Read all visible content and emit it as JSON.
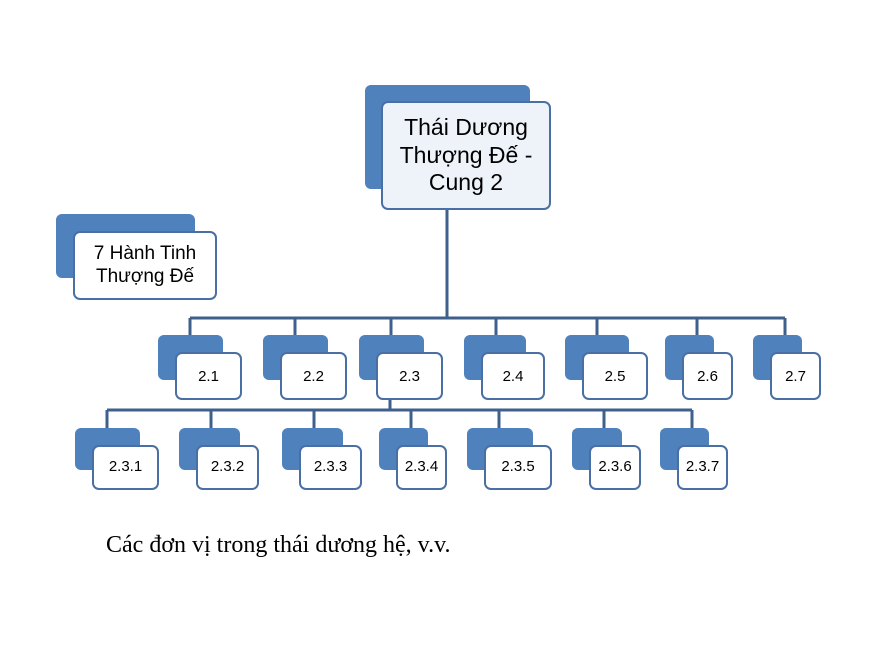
{
  "colors": {
    "shadow": "#4f81bd",
    "border": "#4a6fa5",
    "connector": "#3f5f8c"
  },
  "root": {
    "label": "Thái Dương Thượng Đế - Cung 2"
  },
  "side_box": {
    "label": "7 Hành Tinh Thượng Đế"
  },
  "level2": [
    "2.1",
    "2.2",
    "2.3",
    "2.4",
    "2.5",
    "2.6",
    "2.7"
  ],
  "level3": [
    "2.3.1",
    "2.3.2",
    "2.3.3",
    "2.3.4",
    "2.3.5",
    "2.3.6",
    "2.3.7"
  ],
  "caption": "Các đơn vị trong thái dương hệ, v.v."
}
